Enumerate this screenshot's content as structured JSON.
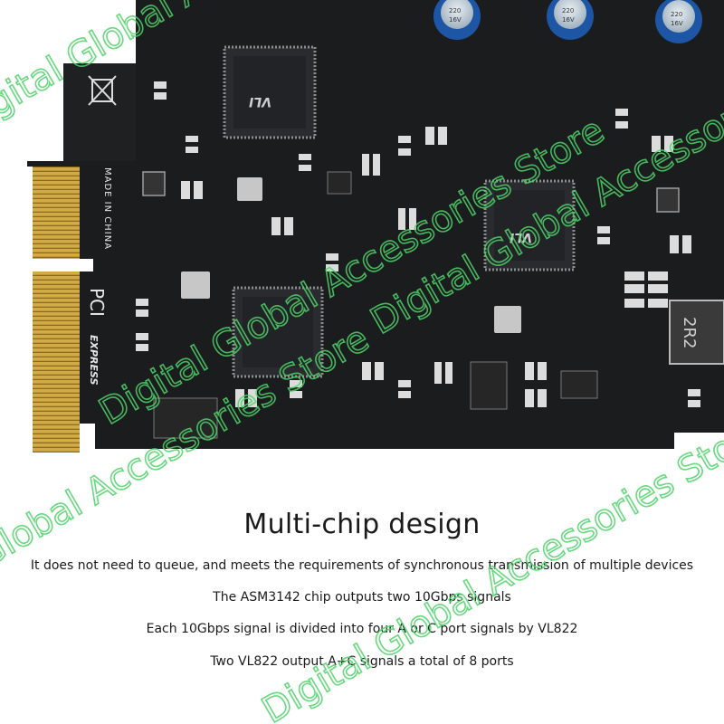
{
  "heading": "Multi-chip design",
  "lines": [
    "It does not need to queue, and meets the requirements of synchronous transmission of multiple devices",
    "The ASM3142 chip outputs two 10Gbps signals",
    "Each 10Gbps signal is divided into four A or C port signals by VL822",
    "Two VL822 output A+C signals a total of 8 ports"
  ],
  "board_markings": {
    "made_in": "MADE IN CHINA",
    "pci": "PCI",
    "express": "EXPRESS",
    "chip_brand": "VLI",
    "inductor": "2R2",
    "capacitor_value": "220",
    "capacitor_voltage": "16V"
  },
  "watermark_text": "Digital Global Accessories Store",
  "colors": {
    "pcb": "#1b1c1e",
    "gold": "#c9a23a",
    "watermark": "#4fd36b"
  }
}
